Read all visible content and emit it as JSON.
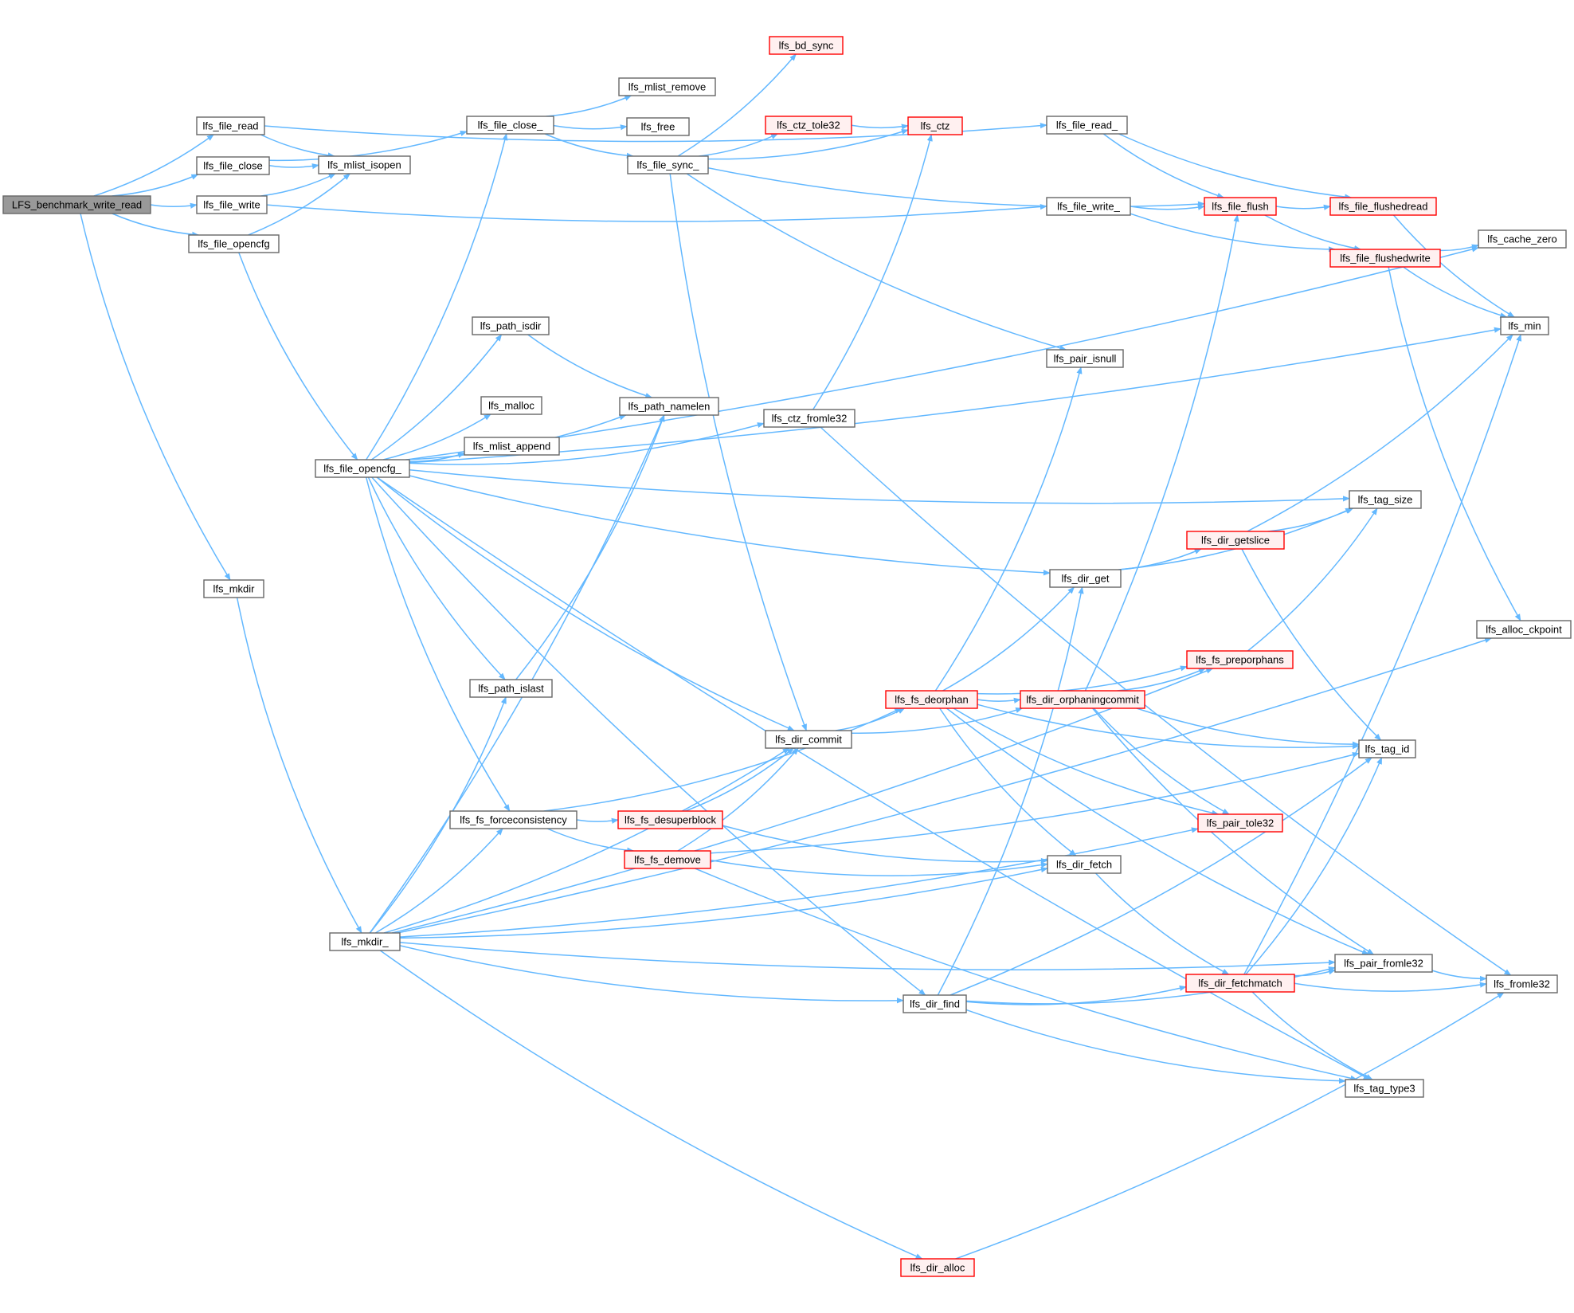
{
  "colors": {
    "edge": "#63b8ff",
    "root_fill": "#999999",
    "root_stroke": "#666666",
    "normal_fill": "#ffffff",
    "normal_stroke": "#666666",
    "truncated_fill": "#fff0f0",
    "truncated_stroke": "#ff0000"
  },
  "nodes": [
    {
      "id": "n0",
      "label": "LFS_benchmark_write_read",
      "kind": "root"
    },
    {
      "id": "n1",
      "label": "lfs_file_read",
      "kind": "normal"
    },
    {
      "id": "n2",
      "label": "lfs_file_close",
      "kind": "normal"
    },
    {
      "id": "n3",
      "label": "lfs_file_write",
      "kind": "normal"
    },
    {
      "id": "n4",
      "label": "lfs_file_opencfg",
      "kind": "normal"
    },
    {
      "id": "n5",
      "label": "lfs_mkdir",
      "kind": "normal"
    },
    {
      "id": "n6",
      "label": "lfs_mlist_isopen",
      "kind": "normal"
    },
    {
      "id": "n7",
      "label": "lfs_file_read_",
      "kind": "normal"
    },
    {
      "id": "n8",
      "label": "lfs_file_close_",
      "kind": "normal"
    },
    {
      "id": "n9",
      "label": "lfs_file_write_",
      "kind": "normal"
    },
    {
      "id": "n10",
      "label": "lfs_file_opencfg_",
      "kind": "normal"
    },
    {
      "id": "n11",
      "label": "lfs_mkdir_",
      "kind": "normal"
    },
    {
      "id": "n12",
      "label": "lfs_mlist_remove",
      "kind": "normal"
    },
    {
      "id": "n13",
      "label": "lfs_free",
      "kind": "normal"
    },
    {
      "id": "n14",
      "label": "lfs_file_sync_",
      "kind": "normal"
    },
    {
      "id": "n15",
      "label": "lfs_bd_sync",
      "kind": "truncated"
    },
    {
      "id": "n16",
      "label": "lfs_ctz_tole32",
      "kind": "truncated"
    },
    {
      "id": "n17",
      "label": "lfs_ctz",
      "kind": "truncated"
    },
    {
      "id": "n18",
      "label": "lfs_file_flush",
      "kind": "truncated"
    },
    {
      "id": "n19",
      "label": "lfs_file_flushedread",
      "kind": "truncated"
    },
    {
      "id": "n20",
      "label": "lfs_file_flushedwrite",
      "kind": "truncated"
    },
    {
      "id": "n21",
      "label": "lfs_cache_zero",
      "kind": "normal"
    },
    {
      "id": "n22",
      "label": "lfs_min",
      "kind": "normal"
    },
    {
      "id": "n23",
      "label": "lfs_path_isdir",
      "kind": "normal"
    },
    {
      "id": "n24",
      "label": "lfs_pair_isnull",
      "kind": "normal"
    },
    {
      "id": "n25",
      "label": "lfs_malloc",
      "kind": "normal"
    },
    {
      "id": "n26",
      "label": "lfs_path_namelen",
      "kind": "normal"
    },
    {
      "id": "n27",
      "label": "lfs_mlist_append",
      "kind": "normal"
    },
    {
      "id": "n28",
      "label": "lfs_ctz_fromle32",
      "kind": "normal"
    },
    {
      "id": "n29",
      "label": "lfs_tag_size",
      "kind": "normal"
    },
    {
      "id": "n30",
      "label": "lfs_dir_getslice",
      "kind": "truncated"
    },
    {
      "id": "n31",
      "label": "lfs_dir_get",
      "kind": "normal"
    },
    {
      "id": "n32",
      "label": "lfs_alloc_ckpoint",
      "kind": "normal"
    },
    {
      "id": "n33",
      "label": "lfs_fs_preporphans",
      "kind": "truncated"
    },
    {
      "id": "n34",
      "label": "lfs_path_islast",
      "kind": "normal"
    },
    {
      "id": "n35",
      "label": "lfs_fs_deorphan",
      "kind": "truncated"
    },
    {
      "id": "n36",
      "label": "lfs_dir_orphaningcommit",
      "kind": "truncated"
    },
    {
      "id": "n37",
      "label": "lfs_dir_commit",
      "kind": "normal"
    },
    {
      "id": "n38",
      "label": "lfs_tag_id",
      "kind": "normal"
    },
    {
      "id": "n39",
      "label": "lfs_fs_forceconsistency",
      "kind": "normal"
    },
    {
      "id": "n40",
      "label": "lfs_fs_desuperblock",
      "kind": "truncated"
    },
    {
      "id": "n41",
      "label": "lfs_pair_tole32",
      "kind": "truncated"
    },
    {
      "id": "n42",
      "label": "lfs_fs_demove",
      "kind": "truncated"
    },
    {
      "id": "n43",
      "label": "lfs_dir_fetch",
      "kind": "normal"
    },
    {
      "id": "n44",
      "label": "lfs_pair_fromle32",
      "kind": "normal"
    },
    {
      "id": "n45",
      "label": "lfs_dir_fetchmatch",
      "kind": "truncated"
    },
    {
      "id": "n46",
      "label": "lfs_fromle32",
      "kind": "normal"
    },
    {
      "id": "n47",
      "label": "lfs_dir_find",
      "kind": "normal"
    },
    {
      "id": "n48",
      "label": "lfs_tag_type3",
      "kind": "normal"
    },
    {
      "id": "n49",
      "label": "lfs_dir_alloc",
      "kind": "truncated"
    }
  ],
  "edges": [
    [
      "n0",
      "n1"
    ],
    [
      "n0",
      "n2"
    ],
    [
      "n0",
      "n3"
    ],
    [
      "n0",
      "n4"
    ],
    [
      "n0",
      "n5"
    ],
    [
      "n1",
      "n6"
    ],
    [
      "n1",
      "n7"
    ],
    [
      "n2",
      "n6"
    ],
    [
      "n2",
      "n8"
    ],
    [
      "n3",
      "n6"
    ],
    [
      "n3",
      "n9"
    ],
    [
      "n4",
      "n6"
    ],
    [
      "n4",
      "n10"
    ],
    [
      "n5",
      "n11"
    ],
    [
      "n8",
      "n12"
    ],
    [
      "n8",
      "n13"
    ],
    [
      "n8",
      "n14"
    ],
    [
      "n14",
      "n15"
    ],
    [
      "n14",
      "n16"
    ],
    [
      "n14",
      "n17"
    ],
    [
      "n14",
      "n18"
    ],
    [
      "n14",
      "n24"
    ],
    [
      "n14",
      "n37"
    ],
    [
      "n16",
      "n17"
    ],
    [
      "n7",
      "n18"
    ],
    [
      "n7",
      "n19"
    ],
    [
      "n9",
      "n18"
    ],
    [
      "n9",
      "n20"
    ],
    [
      "n18",
      "n19"
    ],
    [
      "n18",
      "n20"
    ],
    [
      "n19",
      "n22"
    ],
    [
      "n20",
      "n21"
    ],
    [
      "n20",
      "n22"
    ],
    [
      "n20",
      "n32"
    ],
    [
      "n10",
      "n8"
    ],
    [
      "n10",
      "n21"
    ],
    [
      "n10",
      "n22"
    ],
    [
      "n10",
      "n23"
    ],
    [
      "n10",
      "n26"
    ],
    [
      "n10",
      "n25"
    ],
    [
      "n10",
      "n27"
    ],
    [
      "n10",
      "n28"
    ],
    [
      "n10",
      "n29"
    ],
    [
      "n10",
      "n48"
    ],
    [
      "n10",
      "n31"
    ],
    [
      "n10",
      "n34"
    ],
    [
      "n10",
      "n37"
    ],
    [
      "n10",
      "n39"
    ],
    [
      "n10",
      "n47"
    ],
    [
      "n23",
      "n26"
    ],
    [
      "n28",
      "n17"
    ],
    [
      "n28",
      "n46"
    ],
    [
      "n34",
      "n26"
    ],
    [
      "n31",
      "n29"
    ],
    [
      "n31",
      "n30"
    ],
    [
      "n30",
      "n29"
    ],
    [
      "n30",
      "n22"
    ],
    [
      "n30",
      "n38"
    ],
    [
      "n35",
      "n24"
    ],
    [
      "n35",
      "n31"
    ],
    [
      "n35",
      "n38"
    ],
    [
      "n35",
      "n33"
    ],
    [
      "n35",
      "n36"
    ],
    [
      "n35",
      "n41"
    ],
    [
      "n35",
      "n43"
    ],
    [
      "n35",
      "n44"
    ],
    [
      "n36",
      "n18"
    ],
    [
      "n36",
      "n33"
    ],
    [
      "n36",
      "n38"
    ],
    [
      "n36",
      "n41"
    ],
    [
      "n36",
      "n44"
    ],
    [
      "n33",
      "n29"
    ],
    [
      "n37",
      "n35"
    ],
    [
      "n37",
      "n36"
    ],
    [
      "n39",
      "n35"
    ],
    [
      "n39",
      "n40"
    ],
    [
      "n39",
      "n42"
    ],
    [
      "n40",
      "n37"
    ],
    [
      "n40",
      "n43"
    ],
    [
      "n42",
      "n37"
    ],
    [
      "n42",
      "n38"
    ],
    [
      "n42",
      "n43"
    ],
    [
      "n42",
      "n48"
    ],
    [
      "n43",
      "n45"
    ],
    [
      "n45",
      "n38"
    ],
    [
      "n45",
      "n44"
    ],
    [
      "n45",
      "n46"
    ],
    [
      "n45",
      "n48"
    ],
    [
      "n45",
      "n22"
    ],
    [
      "n44",
      "n46"
    ],
    [
      "n47",
      "n31"
    ],
    [
      "n47",
      "n45"
    ],
    [
      "n47",
      "n44"
    ],
    [
      "n47",
      "n48"
    ],
    [
      "n47",
      "n38"
    ],
    [
      "n11",
      "n34"
    ],
    [
      "n11",
      "n26"
    ],
    [
      "n11",
      "n37"
    ],
    [
      "n11",
      "n39"
    ],
    [
      "n11",
      "n43"
    ],
    [
      "n11",
      "n33"
    ],
    [
      "n11",
      "n47"
    ],
    [
      "n11",
      "n41"
    ],
    [
      "n11",
      "n44"
    ],
    [
      "n11",
      "n32"
    ],
    [
      "n11",
      "n49"
    ],
    [
      "n49",
      "n46"
    ]
  ]
}
